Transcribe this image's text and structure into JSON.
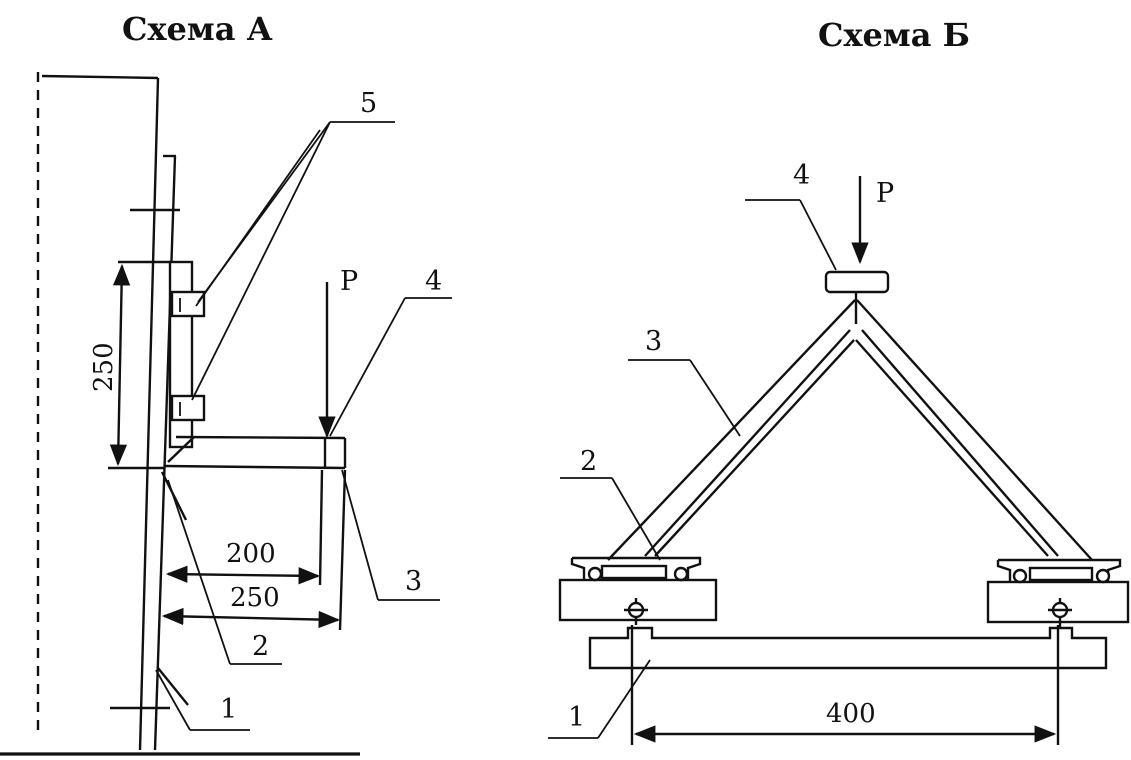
{
  "scheme_a": {
    "title": "Схема А",
    "labels": {
      "part_1": "1",
      "part_2": "2",
      "part_3": "3",
      "part_4": "4",
      "part_5": "5",
      "load": "P"
    },
    "dimensions": {
      "height": "250",
      "arm_200": "200",
      "arm_250": "250"
    }
  },
  "scheme_b": {
    "title": "Схема Б",
    "labels": {
      "part_1": "1",
      "part_2": "2",
      "part_3": "3",
      "part_4": "4",
      "load": "P"
    },
    "dimensions": {
      "span": "400"
    }
  }
}
